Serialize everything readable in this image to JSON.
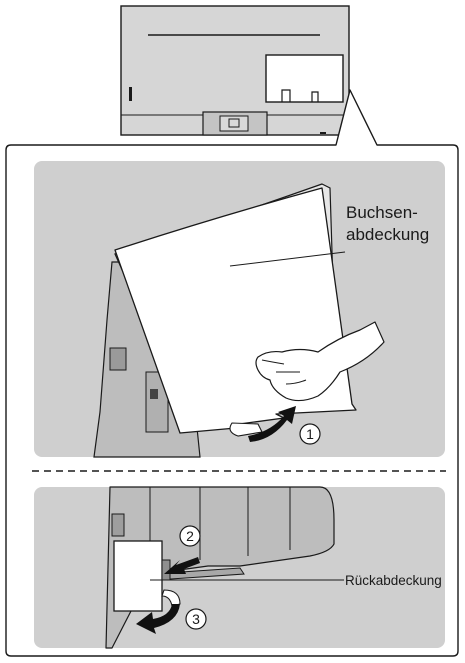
{
  "labels": {
    "jack_cover_line1": "Buchsen-",
    "jack_cover_line2": "abdeckung",
    "back_cover": "Rückabdeckung"
  },
  "steps": [
    "1",
    "2",
    "3"
  ],
  "icons": {
    "step_marker": "circled-number-icon",
    "direction": "curved-arrow-icon",
    "hand": "hand-icon"
  },
  "colors": {
    "panel_background": "#cfcfcf",
    "tv_body": "#d4d4d4",
    "outline": "#1a1a1a",
    "arrow": "#111111"
  }
}
